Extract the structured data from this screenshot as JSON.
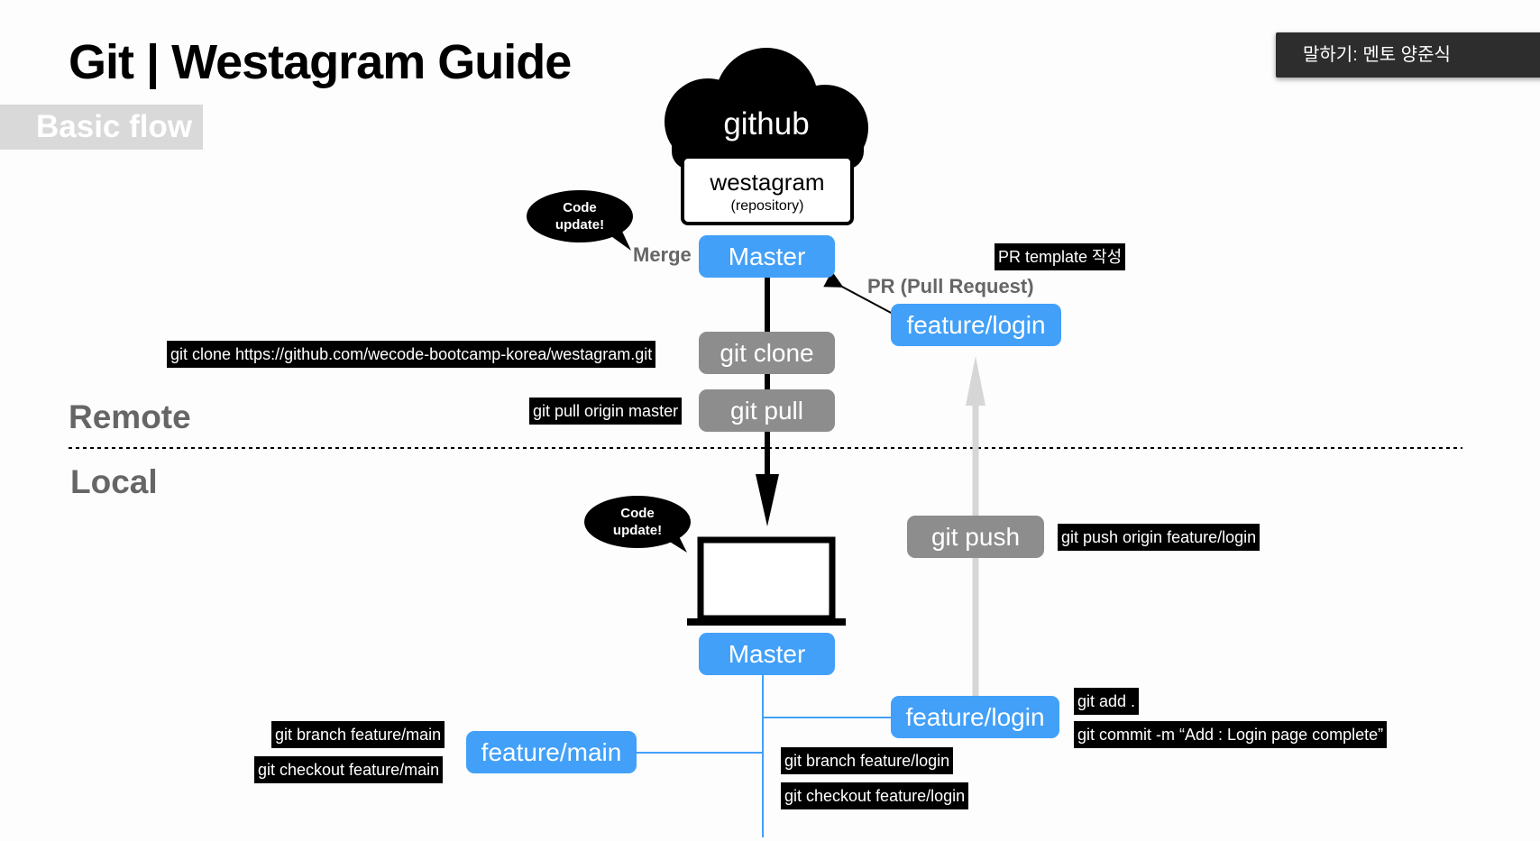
{
  "header": {
    "title": "Git | Westagram Guide",
    "section_tag": "Basic flow"
  },
  "speaker_caption": "말하기: 멘토 양준식",
  "sections": {
    "remote": "Remote",
    "local": "Local"
  },
  "github": {
    "cloud_label": "github",
    "repo_name": "westagram",
    "repo_sub": "(repository)"
  },
  "remote_flow": {
    "master": "Master",
    "merge_label": "Merge",
    "code_update": [
      "Code",
      "update!"
    ],
    "git_clone": "git clone",
    "git_clone_cmd": "git clone https://github.com/wecode-bootcamp-korea/westagram.git",
    "git_pull": "git pull",
    "git_pull_cmd": "git pull origin master",
    "feature_login": "feature/login",
    "pr_label": "PR (Pull Request)",
    "pr_template": "PR template 작성"
  },
  "local_flow": {
    "code_update": [
      "Code",
      "update!"
    ],
    "master": "Master",
    "git_push": "git push",
    "git_push_cmd": "git push origin feature/login",
    "feature_login": "feature/login",
    "feature_main": "feature/main",
    "git_add_cmd": "git add .",
    "git_commit_cmd": "git commit -m “Add : Login page complete”",
    "branch_login_cmd": "git branch feature/login",
    "checkout_login_cmd": "git checkout feature/login",
    "branch_main_cmd": "git branch feature/main",
    "checkout_main_cmd": "git checkout feature/main"
  },
  "colors": {
    "branch_blue": "#42a0f8",
    "command_gray": "#8d8d8d",
    "push_arrow": "#d6d6d6",
    "label_gray": "#666666"
  }
}
